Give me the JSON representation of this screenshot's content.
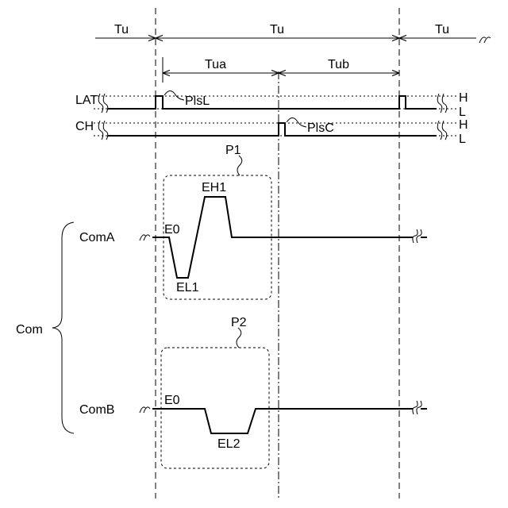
{
  "labels": {
    "tu_left": "Tu",
    "tu_mid": "Tu",
    "tu_right": "Tu",
    "tua": "Tua",
    "tub": "Tub",
    "lat": "LAT",
    "ch": "CH",
    "lat_h": "H",
    "lat_l": "L",
    "ch_h": "H",
    "ch_l": "L",
    "plsl": "PlsL",
    "plsc": "PlsC",
    "p1": "P1",
    "p2": "P2",
    "eh1": "EH1",
    "e0_a": "E0",
    "el1": "EL1",
    "coma": "ComA",
    "com": "Com",
    "e0_b": "E0",
    "comb": "ComB",
    "el2": "EL2"
  }
}
